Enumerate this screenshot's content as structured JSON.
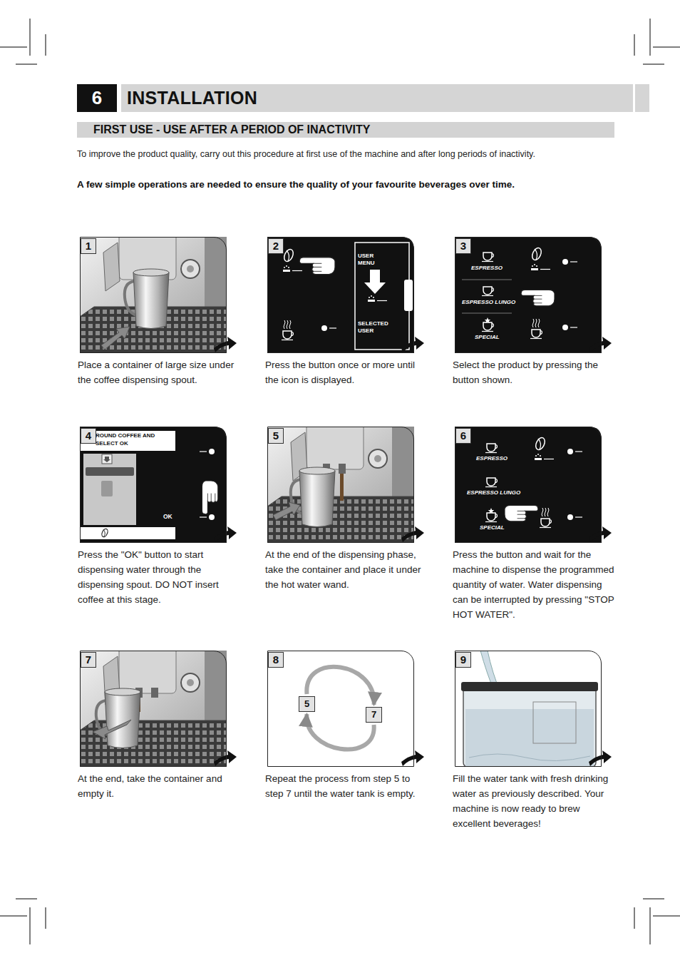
{
  "diagram": {
    "title": "INSTALLATION",
    "nodes": [
      {
        "text": [
          "FIRST USE - USE AFTER A PERIOD OF INACTIVITY"
        ]
      },
      {
        "text": [
          "1",
          "Place a container of large size under the coffee dispensing spout."
        ]
      },
      {
        "text": [
          "2",
          "Press the button once or more until the icon is displayed."
        ]
      },
      {
        "text": [
          "3",
          "Select the product by pressing the button shown."
        ]
      },
      {
        "text": [
          "4",
          "Press the \"OK\" button to start dispensing water through the dispensing spout. DO NOT insert coffee at this stage."
        ]
      },
      {
        "text": [
          "5",
          "At the end of the dispensing phase, take the container and place it under the hot water wand."
        ]
      },
      {
        "text": [
          "6",
          "Press the button and wait for the machine to dispense the programmed quantity of water. Water dispensing can be interrupted by pressing \"STOP HOT WATER\"."
        ]
      },
      {
        "text": [
          "7",
          "At the end, take the container and empty it."
        ]
      },
      {
        "text": [
          "8",
          "Repeat the process from step 5 to step 7 until the water tank is empty."
        ]
      },
      {
        "text": [
          "5"
        ],
        "in": 8
      },
      {
        "text": [
          "7"
        ],
        "in": 8
      },
      {
        "text": [
          "9",
          "Fill the water tank with fresh drinking water as previously described. Your machine is now ready to brew excellent beverages!"
        ]
      }
    ],
    "edges": [
      {
        "from": 9,
        "to": 10,
        "arrow": "to"
      },
      {
        "from": 10,
        "to": 9,
        "arrow": "to"
      }
    ],
    "labels": [
      "6",
      "To improve the product quality, carry out this procedure at first use of the machine and after long periods of inactivity.",
      "A few simple operations are needed to ensure the quality of your favourite beverages over time.",
      "USER MENU",
      "SELECTED USER",
      "ESPRESSO",
      "ESPRESSO LUNGO",
      "SPECIAL",
      "ROUND COFFEE AND SELECT OK",
      "OK",
      "ESPRESSO",
      "ESPRESSO LUNGO",
      "SPECIAL"
    ]
  }
}
